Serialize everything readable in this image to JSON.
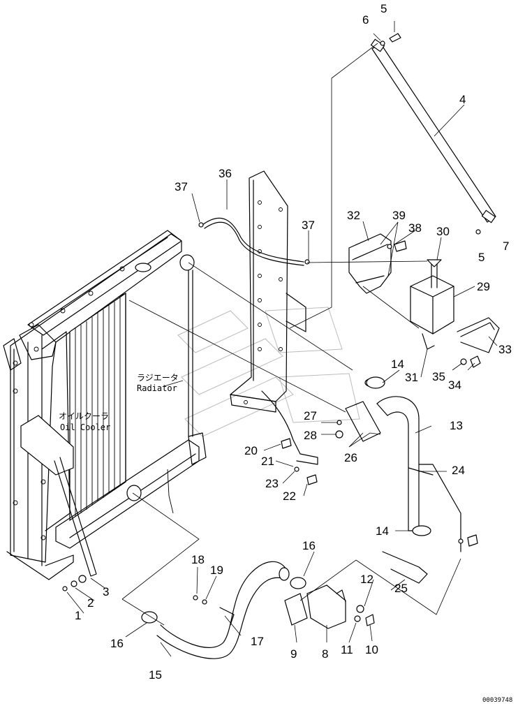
{
  "callouts": [
    "5",
    "6",
    "4",
    "36",
    "37",
    "37",
    "32",
    "39",
    "38",
    "30",
    "7",
    "5",
    "29",
    "33",
    "14",
    "31",
    "35",
    "34",
    "27",
    "28",
    "13",
    "26",
    "20",
    "21",
    "24",
    "23",
    "22",
    "14",
    "16",
    "12",
    "25",
    "18",
    "19",
    "3",
    "2",
    "1",
    "17",
    "16",
    "15",
    "9",
    "8",
    "11",
    "10"
  ],
  "labels": {
    "radiator_jp": "ラジエータ",
    "radiator_en": "Radiator",
    "oil_cooler_jp": "オイルクーラ",
    "oil_cooler_en": "Oil Cooler"
  },
  "drawing_code": "00039748"
}
